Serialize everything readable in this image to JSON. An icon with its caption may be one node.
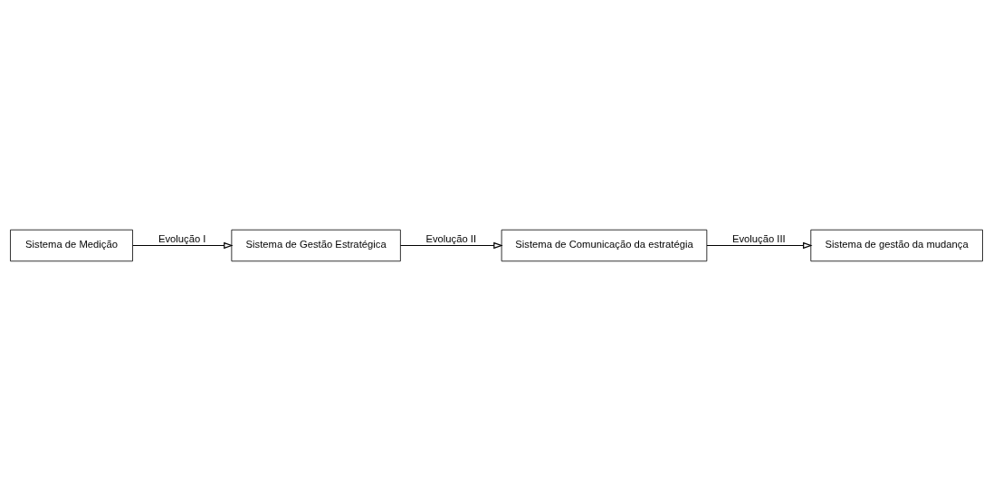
{
  "diagram": {
    "nodes": [
      {
        "text": [
          "Sistema de Medição"
        ]
      },
      {
        "text": [
          "Sistema de Gestão Estratégica"
        ]
      },
      {
        "text": [
          "Sistema de Comunicação da estratégia"
        ]
      },
      {
        "text": [
          "Sistema de gestão da mudança"
        ]
      }
    ],
    "edges": [
      {
        "from": 0,
        "to": 1,
        "arrow": "to",
        "label": "Evolução I"
      },
      {
        "from": 1,
        "to": 2,
        "arrow": "to",
        "label": "Evolução II"
      },
      {
        "from": 2,
        "to": 3,
        "arrow": "to",
        "label": "Evolução III"
      }
    ]
  }
}
